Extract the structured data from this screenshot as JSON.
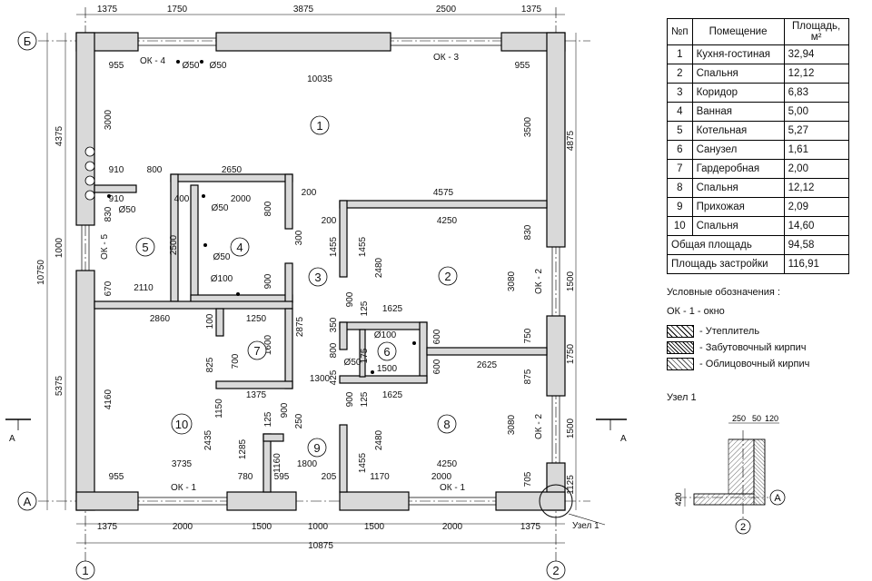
{
  "axes": {
    "letters": [
      "Б",
      "А"
    ],
    "numbers": [
      "1",
      "2"
    ]
  },
  "dimensions": {
    "top": [
      "1375",
      "1750",
      "3875",
      "2500",
      "1375"
    ],
    "bottom_row1": [
      "1375",
      "2000",
      "1500",
      "1000",
      "1500",
      "2000",
      "1375"
    ],
    "bottom_total": "10875",
    "left_outer": [
      "4375",
      "1000",
      "5375"
    ],
    "left_total": "10750",
    "right_outer": [
      "4875",
      "1500",
      "1750",
      "1500",
      "1125"
    ],
    "inner": {
      "d955a": "955",
      "d955b": "955",
      "d10035": "10035",
      "d3000": "3000",
      "d3500": "3500",
      "d910a": "910",
      "d800a": "800",
      "d2650": "2650",
      "d910b": "910",
      "d400": "400",
      "d2000a": "2000",
      "d800b": "800",
      "d200a": "200",
      "d4575": "4575",
      "d200b": "200",
      "d4250a": "4250",
      "d830a": "830",
      "d300": "300",
      "d1455a": "1455",
      "d1455b": "1455",
      "d2480a": "2480",
      "d2500": "2500",
      "d830b": "830",
      "d900a": "900",
      "d3080a": "3080",
      "d670": "670",
      "d2110": "2110",
      "d2860": "2860",
      "d100": "100",
      "d1250": "1250",
      "d2875": "2875",
      "d900b": "900",
      "d125a": "125",
      "d1625a": "1625",
      "d350": "350",
      "d600a": "600",
      "d750": "750",
      "d800c": "800",
      "d1600": "1600",
      "d700": "700",
      "d825": "825",
      "d1300": "1300",
      "d175": "175",
      "d1500": "1500",
      "d425": "425",
      "d600b": "600",
      "d2625": "2625",
      "d875": "875",
      "d1375": "1375",
      "d900c": "900",
      "d125b": "125",
      "d1625b": "1625",
      "d4160": "4160",
      "d1150": "1150",
      "d900d": "900",
      "d125c": "125",
      "d250": "250",
      "d2435": "2435",
      "d1285": "1285",
      "d1160": "1160",
      "d1455c": "1455",
      "d2480b": "2480",
      "d3080b": "3080",
      "d3735": "3735",
      "d1800": "1800",
      "d4250b": "4250",
      "d955c": "955",
      "d780": "780",
      "d595": "595",
      "d205": "205",
      "d1170": "1170",
      "d2000b": "2000",
      "d705": "705"
    }
  },
  "windows": {
    "ok4": "ОК - 4",
    "ok3": "ОК - 3",
    "ok5": "ОК - 5",
    "ok2a": "ОК - 2",
    "ok2b": "ОК - 2",
    "ok1a": "ОК - 1",
    "ok1b": "ОК - 1"
  },
  "pipes": {
    "p1": "Ø50",
    "p2": "Ø50",
    "p3": "Ø50",
    "p4": "Ø50",
    "p5": "Ø50",
    "p6": "Ø100",
    "p7": "Ø100",
    "p8": "Ø50"
  },
  "rooms_on_plan": [
    "1",
    "2",
    "3",
    "4",
    "5",
    "6",
    "7",
    "8",
    "9",
    "10"
  ],
  "section_mark": "А",
  "node_callout": "Узел 1",
  "room_table": {
    "headers": [
      "№п",
      "Помещение",
      "Площадь, м²"
    ],
    "rows": [
      {
        "n": "1",
        "name": "Кухня-гостиная",
        "area": "32,94"
      },
      {
        "n": "2",
        "name": "Спальня",
        "area": "12,12"
      },
      {
        "n": "3",
        "name": "Коридор",
        "area": "6,83"
      },
      {
        "n": "4",
        "name": "Ванная",
        "area": "5,00"
      },
      {
        "n": "5",
        "name": "Котельная",
        "area": "5,27"
      },
      {
        "n": "6",
        "name": "Санузел",
        "area": "1,61"
      },
      {
        "n": "7",
        "name": "Гардеробная",
        "area": "2,00"
      },
      {
        "n": "8",
        "name": "Спальня",
        "area": "12,12"
      },
      {
        "n": "9",
        "name": "Прихожая",
        "area": "2,09"
      },
      {
        "n": "10",
        "name": "Спальня",
        "area": "14,60"
      }
    ],
    "total_label": "Общая площадь",
    "total_value": "94,58",
    "built_label": "Площадь застройки",
    "built_value": "116,91"
  },
  "legend": {
    "title": "Условные обозначения :",
    "window_note": "ОК - 1  - окно",
    "items": [
      "- Утеплитель",
      "- Забутовочный кирпич",
      "- Облицовочный кирпич"
    ]
  },
  "detail": {
    "title": "Узел 1",
    "dims": [
      "250",
      "50",
      "120",
      "420"
    ],
    "axis_letter": "А",
    "axis_number": "2"
  }
}
